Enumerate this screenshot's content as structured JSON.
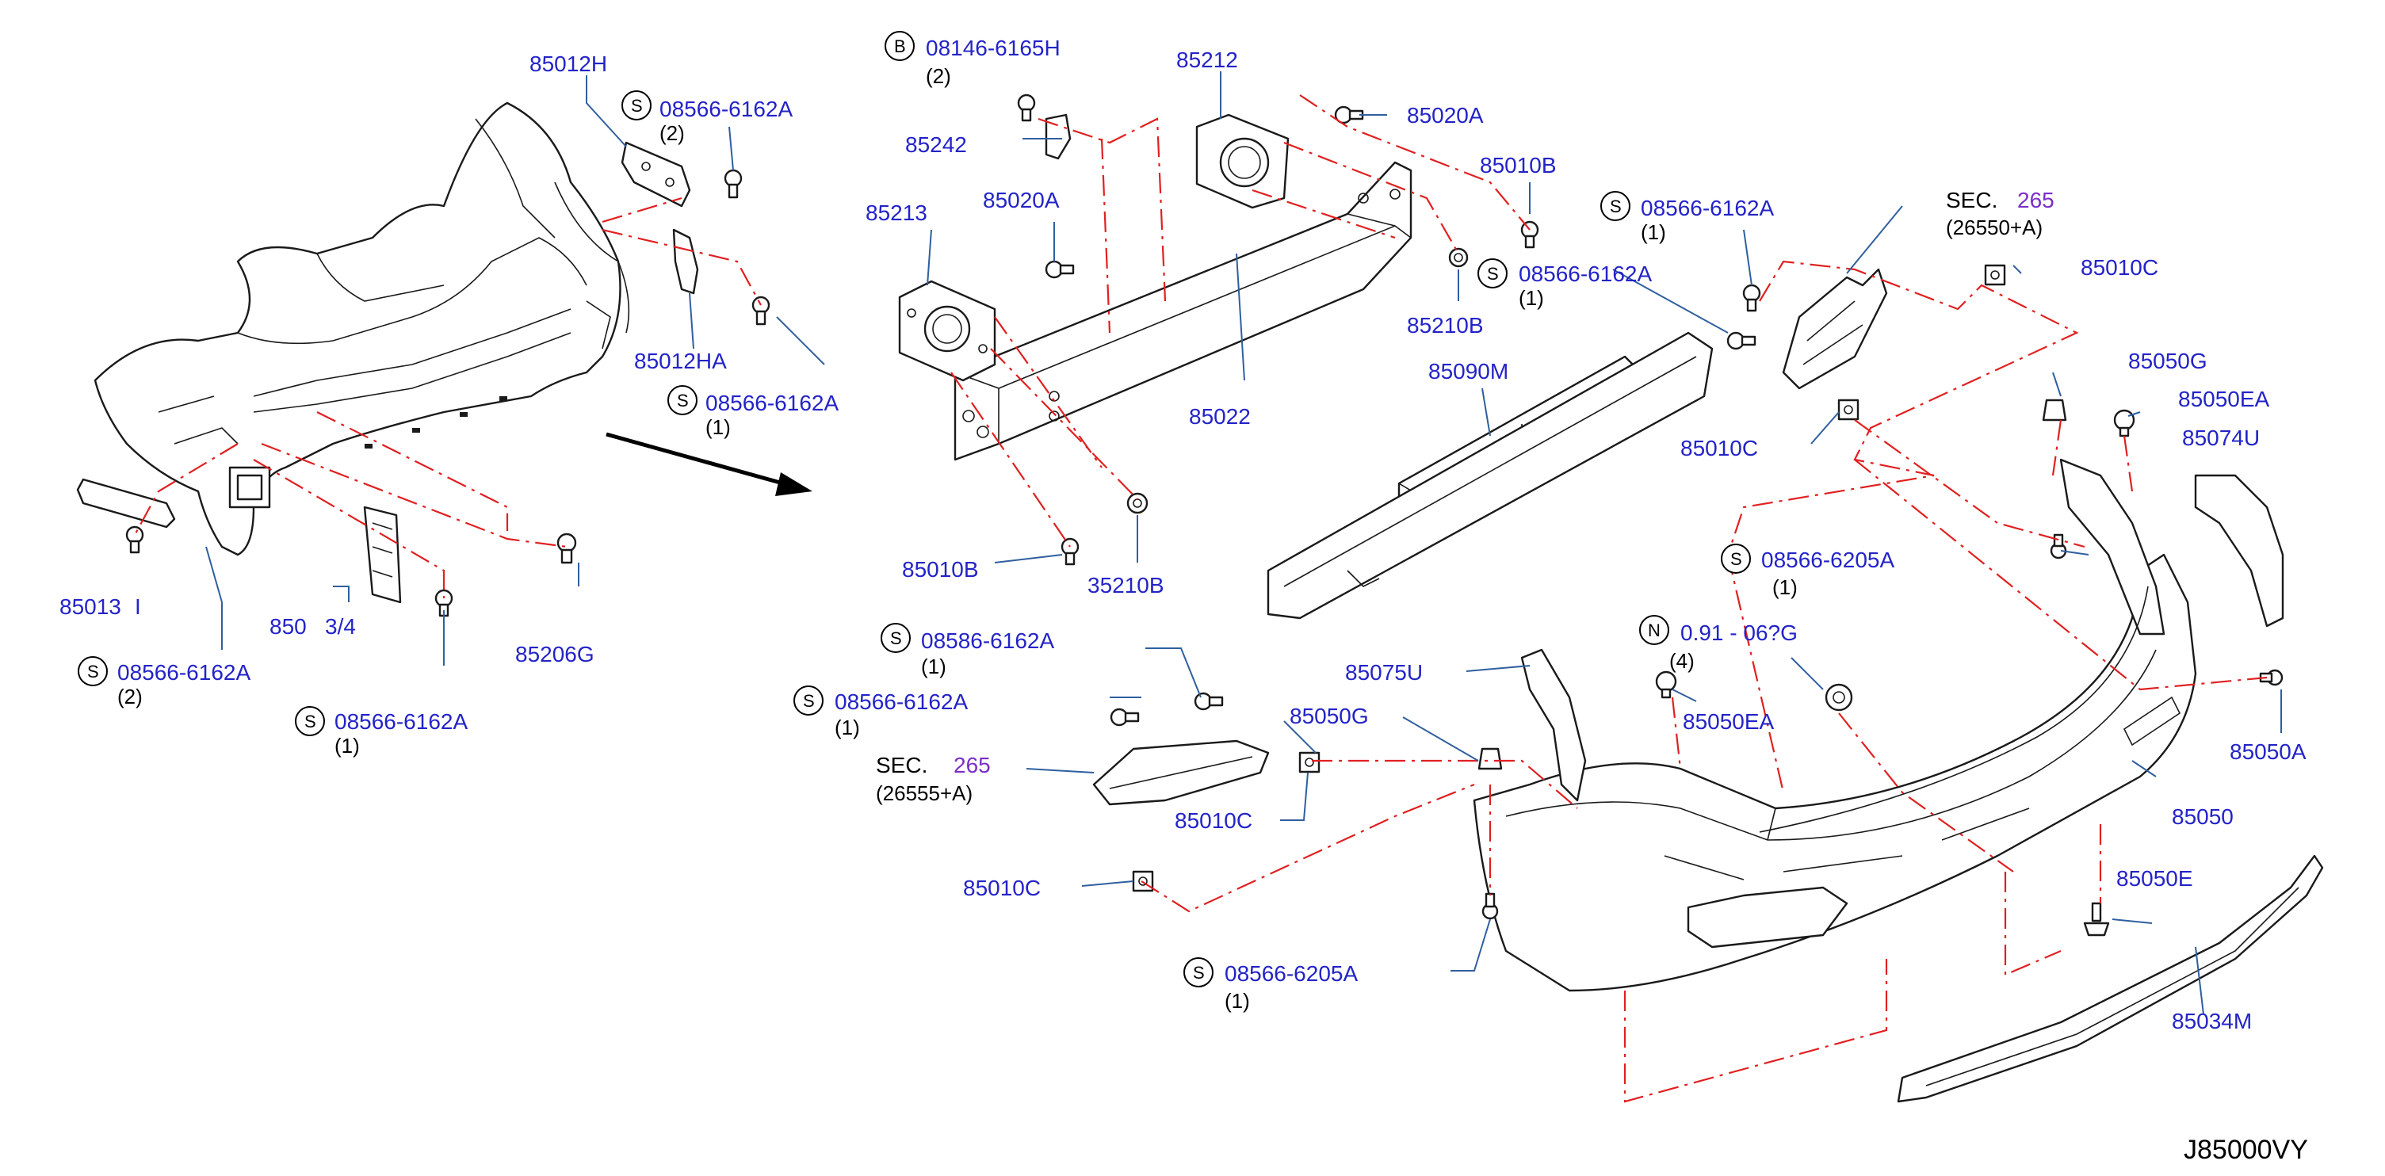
{
  "diagram_code": "J85000VY",
  "circle_letters": {
    "s": "S",
    "b": "B",
    "n": "N"
  },
  "labels": {
    "p85012H": "85012H",
    "p85012HA": "85012HA",
    "p85013_left": "85013",
    "p85013_sub": "I",
    "p850_partial": "850",
    "p_3_4": "3/4",
    "p85206G": "85206G",
    "p85242": "85242",
    "p85213": "85213",
    "p85020A_a": "85020A",
    "p85020A_b": "85020A",
    "p85212": "85212",
    "p85010B_a": "85010B",
    "p85010B_b": "85010B",
    "p85210B_a": "85210B",
    "p85210B_b": "35210B",
    "p85022": "85022",
    "p85090M": "85090M",
    "p85010C_a": "85010C",
    "p85010C_b": "85010C",
    "p85010C_c": "85010C",
    "p85010C_d": "85010C",
    "p85050G_a": "85050G",
    "p85050G_b": "85050G",
    "p85050EA_a": "85050EA",
    "p85050EA_b": "85050EA",
    "p85074U": "85074U",
    "p85075U": "85075U",
    "p85050A": "85050A",
    "p85050": "85050",
    "p85050E": "85050E",
    "p85034M": "85034M"
  },
  "bolts": {
    "b08146": {
      "part": "08146-6165H",
      "qty": "(2)"
    },
    "s_top_left": {
      "part": "08566-6162A",
      "qty": "(2)"
    },
    "s_mid_left": {
      "part": "08566-6162A",
      "qty": "(1)"
    },
    "s_bottom_left_a": {
      "part": "08566-6162A",
      "qty": "(2)"
    },
    "s_bottom_left_b": {
      "part": "08566-6162A",
      "qty": "(1)"
    },
    "s_center_right": {
      "part": "08566-6162A",
      "qty": "(1)"
    },
    "s_upper_right": {
      "part": "08566-6162A",
      "qty": "(1)"
    },
    "s_mid_center_a": {
      "part": "08586-6162A",
      "qty": "(1)"
    },
    "s_mid_center_b": {
      "part": "08566-6162A",
      "qty": "(1)"
    },
    "s_6205_a": {
      "part": "08566-6205A",
      "qty": "(1)"
    },
    "s_6205_b": {
      "part": "08566-6205A",
      "qty": "(1)"
    },
    "n_clip": {
      "part": "0.91 - 06?G",
      "qty": "(4)"
    }
  },
  "sections": {
    "right": {
      "prefix": "SEC.",
      "num": "265",
      "ref": "(26550+A)"
    },
    "left": {
      "prefix": "SEC.",
      "num": "265",
      "ref": "(26555+A)"
    }
  },
  "colors": {
    "label": "#2323c8",
    "dash": "#e02020",
    "leader": "#2f5f9f",
    "section_num": "#7a2ec8"
  }
}
